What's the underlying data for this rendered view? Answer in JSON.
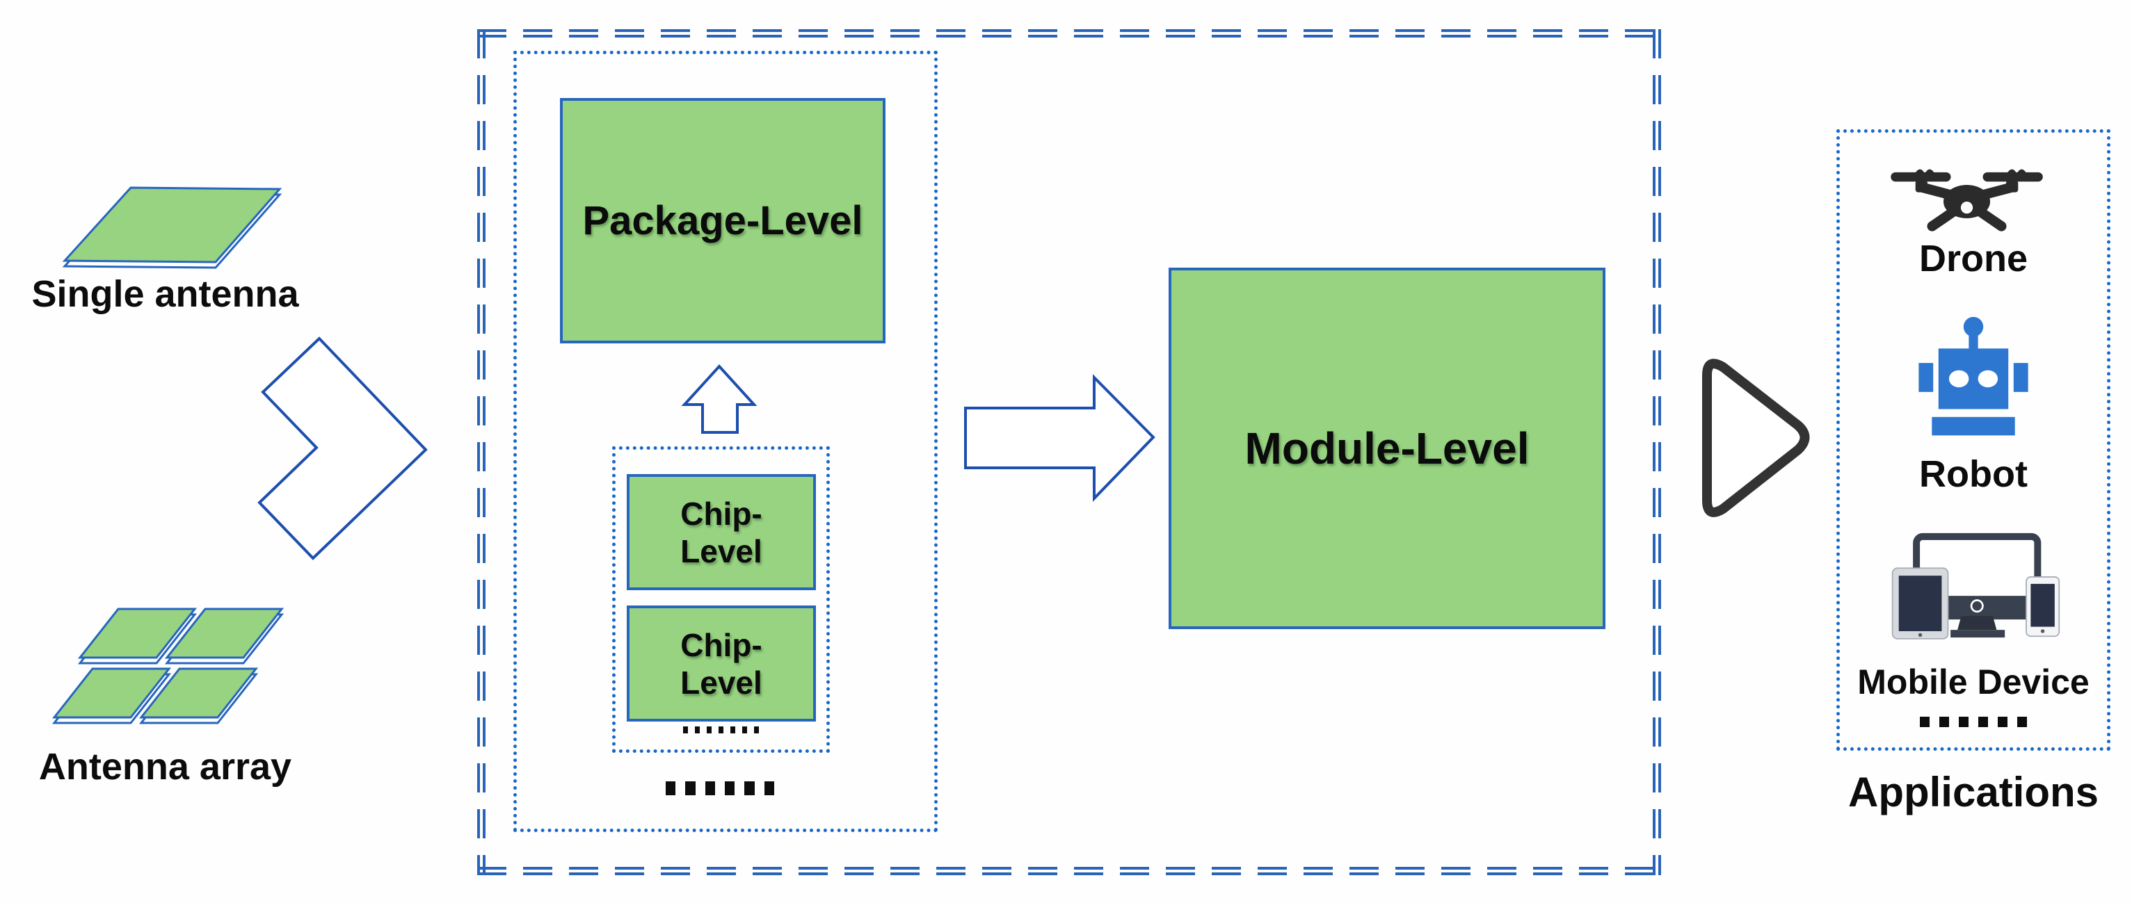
{
  "colors": {
    "box_green": "#97d381",
    "box_border_blue": "#2766bd",
    "dash_blue": "#2a64b8",
    "dotted_blue": "#1868c6",
    "arrow_stroke_blue": "#1d4fae",
    "triangle_dark": "#333333",
    "robot_blue": "#2e77d0",
    "icon_dark": "#2b2b2b",
    "text_black": "#0c0c0c"
  },
  "left_panel": {
    "single_antenna": {
      "icon": "single-antenna-icon",
      "label": "Single antenna"
    },
    "antenna_array": {
      "icon": "antenna-array-icon",
      "label": "Antenna array"
    }
  },
  "integration": {
    "package": {
      "label": "Package-Level"
    },
    "chips": {
      "items": [
        {
          "label": "Chip-Level"
        },
        {
          "label": "Chip-Level"
        }
      ],
      "ellipsis": "......."
    },
    "group_ellipsis": "......",
    "module": {
      "label": "Module-Level"
    }
  },
  "applications": {
    "items": [
      {
        "icon": "drone-icon",
        "label": "Drone"
      },
      {
        "icon": "robot-icon",
        "label": "Robot"
      },
      {
        "icon": "mobile-device-icon",
        "label": "Mobile Device"
      }
    ],
    "ellipsis": "......",
    "title": "Applications"
  }
}
